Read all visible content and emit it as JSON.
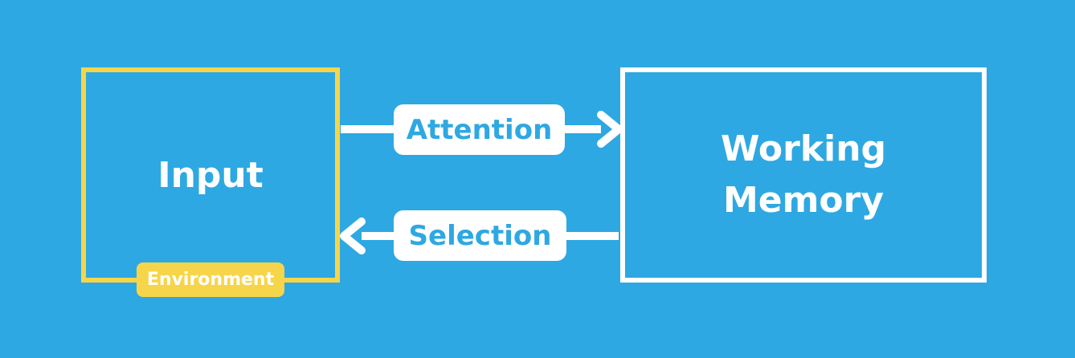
{
  "diagram": {
    "nodes": {
      "input": {
        "label": "Input",
        "badge": "Environment"
      },
      "memory": {
        "line1": "Working",
        "line2": "Memory"
      }
    },
    "edges": {
      "attention": {
        "label": "Attention",
        "from": "input",
        "to": "memory"
      },
      "selection": {
        "label": "Selection",
        "from": "memory",
        "to": "input"
      }
    },
    "colors": {
      "background": "#2ea8e2",
      "input_border": "#f7d54a",
      "memory_border": "#ffffff",
      "arrows": "#ffffff",
      "label_text": "#2ea8e2"
    }
  }
}
